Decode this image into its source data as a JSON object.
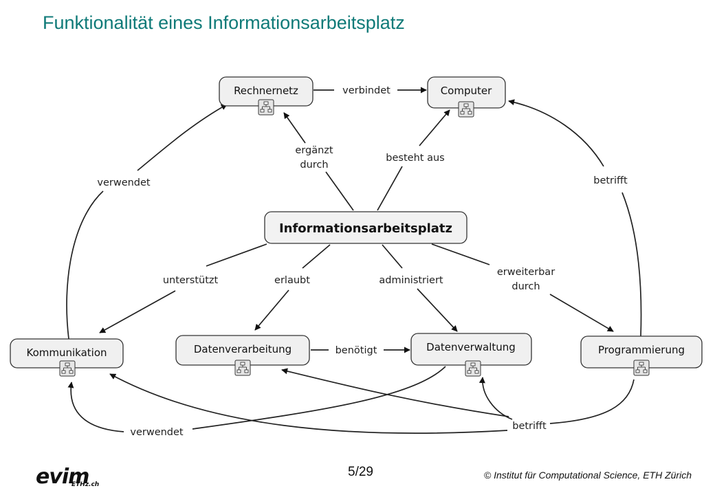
{
  "slide": {
    "title": "Funktionalität eines Informationsarbeitsplatz",
    "page_number": "5/29",
    "copyright": "© Institut für Computational Science, ETH Zürich",
    "logo_text": "evim",
    "logo_subtext": "ETHz.ch"
  },
  "concepts": {
    "rechnernetz": "Rechnernetz",
    "computer": "Computer",
    "informationsarbeitsplatz": "Informationsarbeitsplatz",
    "kommunikation": "Kommunikation",
    "datenverarbeitung": "Datenverarbeitung",
    "datenverwaltung": "Datenverwaltung",
    "programmierung": "Programmierung"
  },
  "links": {
    "verbindet": "verbindet",
    "ergaenzt_1": "ergänzt",
    "ergaenzt_2": "durch",
    "besteht_aus": "besteht aus",
    "verwendet_top": "verwendet",
    "betrifft_top": "betrifft",
    "unterstuetzt": "unterstützt",
    "erlaubt": "erlaubt",
    "administriert": "administriert",
    "erweiterbar_1": "erweiterbar",
    "erweiterbar_2": "durch",
    "benoetigt": "benötigt",
    "verwendet_bottom": "verwendet",
    "betrifft_bottom": "betrifft"
  },
  "colors": {
    "title": "#0f7a78",
    "node_fill": "#f0f0f0",
    "edge": "#222222"
  },
  "icons": [
    "concept-map-icon"
  ]
}
